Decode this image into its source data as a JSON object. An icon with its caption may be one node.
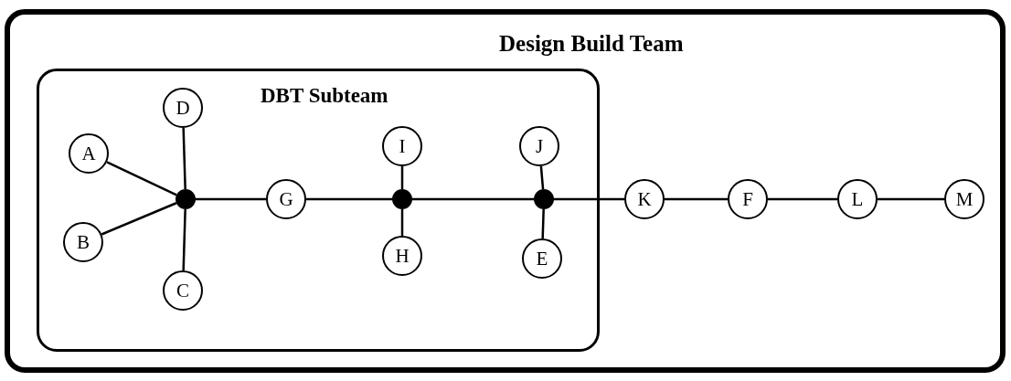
{
  "diagram": {
    "nodes": [
      {
        "text": [
          "Design Build Team"
        ]
      },
      {
        "text": [
          "DBT Subteam"
        ],
        "in": 0
      },
      {
        "text": [
          "D"
        ],
        "in": 1
      },
      {
        "text": [
          "A"
        ],
        "in": 1
      },
      {
        "text": [
          "B"
        ],
        "in": 1
      },
      {
        "text": [
          "C"
        ],
        "in": 1
      },
      {
        "text": [],
        "shape": "circle",
        "in": 1
      },
      {
        "text": [
          "G"
        ],
        "in": 1
      },
      {
        "text": [
          "I"
        ],
        "in": 1
      },
      {
        "text": [],
        "shape": "circle",
        "in": 1
      },
      {
        "text": [
          "H"
        ],
        "in": 1
      },
      {
        "text": [
          "J"
        ],
        "in": 1
      },
      {
        "text": [],
        "shape": "circle",
        "in": 1
      },
      {
        "text": [
          "E"
        ],
        "in": 1
      },
      {
        "text": [
          "K"
        ],
        "in": 0
      },
      {
        "text": [
          "F"
        ],
        "in": 0
      },
      {
        "text": [
          "L"
        ],
        "in": 0
      },
      {
        "text": [
          "M"
        ],
        "in": 0
      }
    ],
    "edges": [
      {
        "from": 3,
        "to": 6,
        "arrow": "none"
      },
      {
        "from": 4,
        "to": 6,
        "arrow": "none"
      },
      {
        "from": 5,
        "to": 6,
        "arrow": "none"
      },
      {
        "from": 2,
        "to": 6,
        "arrow": "none"
      },
      {
        "from": 6,
        "to": 7,
        "arrow": "none"
      },
      {
        "from": 7,
        "to": 9,
        "arrow": "none"
      },
      {
        "from": 8,
        "to": 9,
        "arrow": "none"
      },
      {
        "from": 9,
        "to": 10,
        "arrow": "none"
      },
      {
        "from": 9,
        "to": 12,
        "arrow": "none"
      },
      {
        "from": 11,
        "to": 12,
        "arrow": "none"
      },
      {
        "from": 12,
        "to": 13,
        "arrow": "none"
      },
      {
        "from": 12,
        "to": 14,
        "arrow": "none"
      },
      {
        "from": 14,
        "to": 15,
        "arrow": "none"
      },
      {
        "from": 15,
        "to": 16,
        "arrow": "none"
      },
      {
        "from": 16,
        "to": 17,
        "arrow": "none"
      }
    ]
  }
}
